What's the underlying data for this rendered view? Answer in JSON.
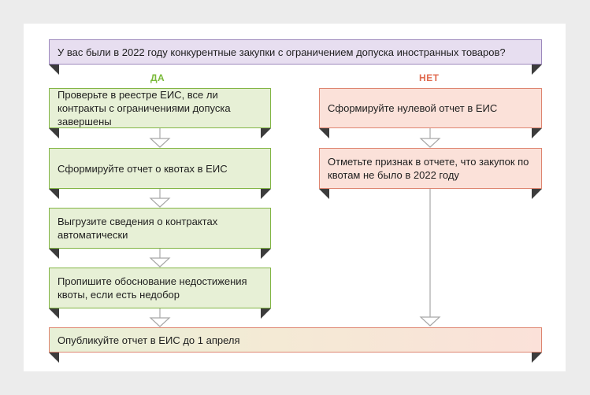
{
  "question": "У вас были в 2022 году конкурентные закупки с ограничением допуска иностранных товаров?",
  "yes_label": "ДА",
  "no_label": "НЕТ",
  "yes_steps": [
    "Проверьте в реестре ЕИС, все ли контракты с ограничениями допуска завершены",
    "Сформируйте отчет о квотах в ЕИС",
    "Выгрузите сведения о контрактах автоматически",
    "Пропишите обоснование недостижения квоты, если есть недобор"
  ],
  "no_steps": [
    "Сформируйте нулевой отчет в ЕИС",
    "Отметьте признак в отчете, что закупок по квотам не было в 2022 году"
  ],
  "final": "Опубликуйте отчет в ЕИС до 1 апреля",
  "colors": {
    "question_fill": "#e7def0",
    "question_border": "#9d89bd",
    "yes_fill": "#e7f0d6",
    "yes_border": "#82b544",
    "no_fill": "#fbe1d9",
    "no_border": "#de8570",
    "yes_text": "#7aba3a",
    "no_text": "#e06a4f"
  }
}
